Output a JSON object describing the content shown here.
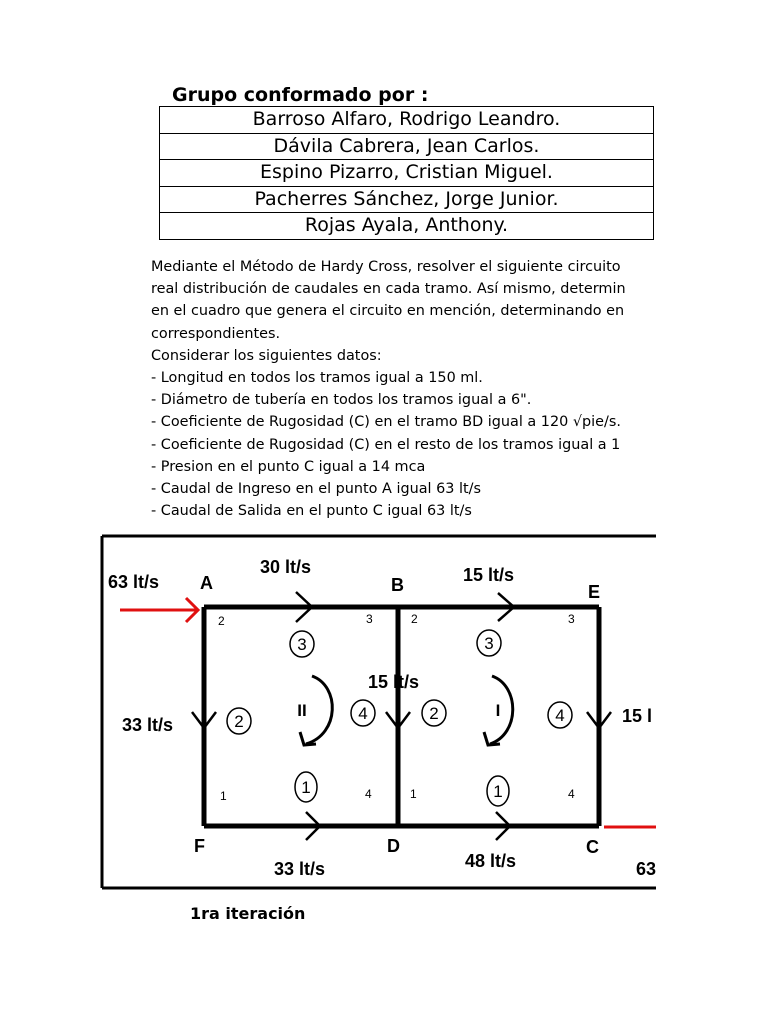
{
  "header": {
    "title": "Grupo conformado por :"
  },
  "members": [
    "Barroso Alfaro, Rodrigo Leandro.",
    "Dávila Cabrera, Jean Carlos.",
    "Espino Pizarro, Cristian Miguel.",
    "Pacherres Sánchez, Jorge Junior.",
    "Rojas Ayala, Anthony."
  ],
  "problem": {
    "lines": [
      "Mediante el Método de Hardy Cross, resolver el siguiente circuito",
      "real distribución de caudales en cada tramo. Así mismo, determin",
      "en el cuadro que genera el circuito en mención, determinando en",
      "correspondientes.",
      "Considerar los siguientes datos:",
      "- Longitud en todos los tramos igual a 150 ml.",
      "- Diámetro de tubería en todos los tramos igual a 6\".",
      "- Coeficiente de Rugosidad (C) en el tramo BD igual a 120 √pie/s.",
      "- Coeficiente de Rugosidad (C) en el resto de los tramos igual a 1",
      "- Presion en el punto C igual a 14 mca",
      "- Caudal de Ingreso en el punto A igual 63 lt/s",
      "- Caudal de Salida en el punto C igual 63 lt/s"
    ]
  },
  "diagram": {
    "nodes": {
      "A": "A",
      "B": "B",
      "E": "E",
      "F": "F",
      "D": "D",
      "C": "C"
    },
    "flows": {
      "inflow": "63 lt/s",
      "AB": "30 lt/s",
      "BE": "15 lt/s",
      "AF": "33 lt/s",
      "BD": "15 lt/s",
      "EC": "15 l",
      "FD": "33 lt/s",
      "DC": "48 lt/s",
      "outflow": "63"
    },
    "loops": {
      "left": "II",
      "right": "I"
    },
    "pipe_numbers": {
      "one": "1",
      "two": "2",
      "three": "3",
      "four": "4"
    },
    "corner_numbers": {
      "one": "1",
      "two": "2",
      "three": "3",
      "four": "4"
    },
    "colors": {
      "line": "#000000",
      "external_flow": "#e01010"
    }
  },
  "footer": {
    "label": "1ra iteración"
  }
}
